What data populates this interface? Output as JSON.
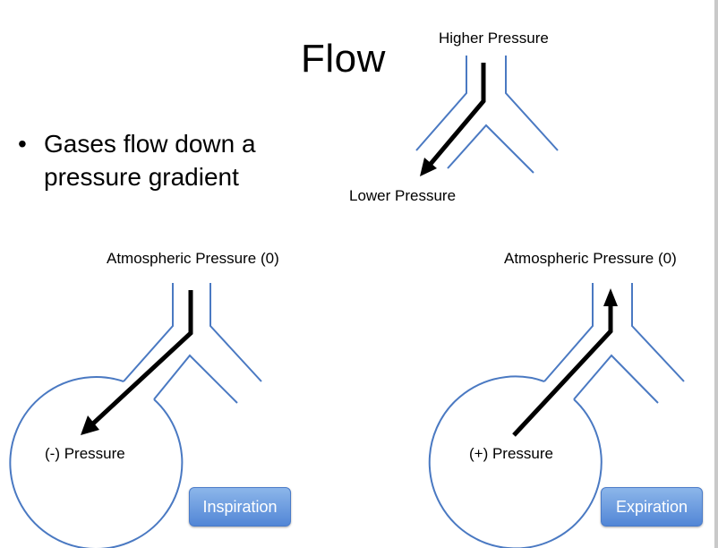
{
  "title": "Flow",
  "bullets": [
    "Gases flow down a pressure gradient"
  ],
  "labels": {
    "higher_pressure": "Higher Pressure",
    "lower_pressure": "Lower Pressure",
    "atmospheric_left": "Atmospheric Pressure (0)",
    "atmospheric_right": "Atmospheric Pressure (0)",
    "negative_pressure": "(-) Pressure",
    "positive_pressure": "(+) Pressure"
  },
  "buttons": {
    "inspiration": "Inspiration",
    "expiration": "Expiration"
  },
  "colors": {
    "airway": "#4a79c2",
    "arrow": "#000000",
    "button": "#6a9ae0"
  }
}
